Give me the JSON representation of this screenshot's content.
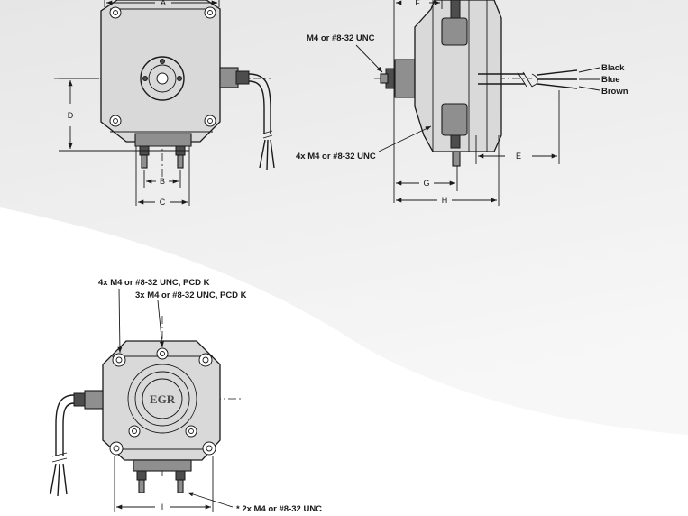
{
  "dimensions": {
    "A": "A",
    "B": "B",
    "C": "C",
    "D": "D",
    "E": "E",
    "F": "F",
    "G": "G",
    "H": "H",
    "I": "I"
  },
  "callouts": {
    "side_top_thread": "M4 or #8-32 UNC",
    "side_bottom_thread": "4x M4 or #8-32 UNC",
    "rear_outer_holes": "4x M4 or #8-32 UNC, PCD K",
    "rear_inner_holes": "3x M4 or #8-32 UNC, PCD K",
    "rear_studs": "* 2x M4 or #8-32 UNC"
  },
  "wire_colors": [
    "Black",
    "Blue",
    "Brown"
  ],
  "logo_text": "EGR",
  "colors": {
    "line": "#1a1a1a",
    "body_light": "#d9d9d9",
    "body_dark": "#8f8f8f",
    "swoosh": "#ececec"
  }
}
